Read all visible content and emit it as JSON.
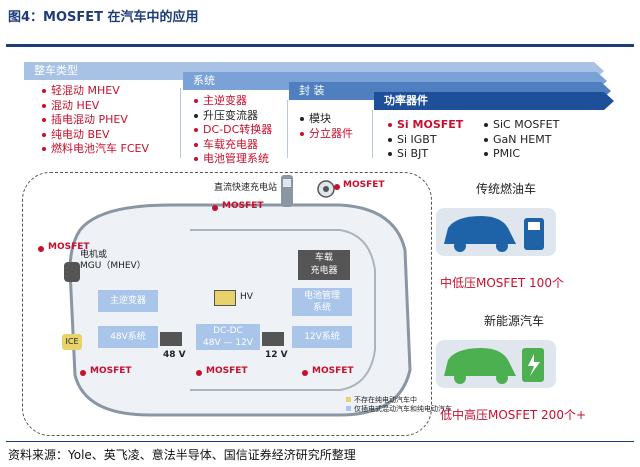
{
  "figure_title": "图4：MOSFET 在汽车中的应用",
  "bands": {
    "vehicle_types": "整车类型",
    "systems": "系统",
    "packaging": "封 装",
    "power_devices": "功率器件"
  },
  "vehicle_types": [
    "轻混动 MHEV",
    "混动 HEV",
    "插电混动 PHEV",
    "纯电动 BEV",
    "燃料电池汽车 FCEV"
  ],
  "systems": [
    "主逆变器",
    "升压变流器",
    "DC-DC转换器",
    "车载充电器",
    "电池管理系统"
  ],
  "packaging": [
    "模块",
    "分立器件"
  ],
  "power_devices_left": [
    "Si MOSFET",
    "Si IGBT",
    "Si BJT"
  ],
  "power_devices_right": [
    "SiC MOSFET",
    "GaN HEMT",
    "PMIC"
  ],
  "diagram": {
    "fast_charger": "直流快速充电站",
    "mosfet": "MOSFET",
    "motor": "电机或\nMGU（MHEV）",
    "ice": "ICE",
    "main_inverter": "主逆变器",
    "hv": "HV",
    "bms": "电池管理\n系统",
    "onboard_charger": "车载\n充电器",
    "sys48": "48V系统",
    "dcdc": "DC-DC\n48V — 12V",
    "sys12": "12V系统",
    "v48": "48 V",
    "v12": "12 V",
    "legend_a": "不存在纯电动汽车中",
    "legend_b": "仅插电式混动汽车和纯电动汽车"
  },
  "right": {
    "conventional": "传统燃油车",
    "conventional_count": "中低压MOSFET 100个",
    "nev": "新能源汽车",
    "nev_count": "低中高压MOSFET 200个+"
  },
  "source": "资料来源：Yole、英飞凌、意法半导体、国信证券经济研究所整理",
  "colors": {
    "accent": "#1f3c7a",
    "red": "#c8102e",
    "block": "#a9c5ea",
    "green": "#4caf50",
    "blue": "#1e63a8"
  }
}
